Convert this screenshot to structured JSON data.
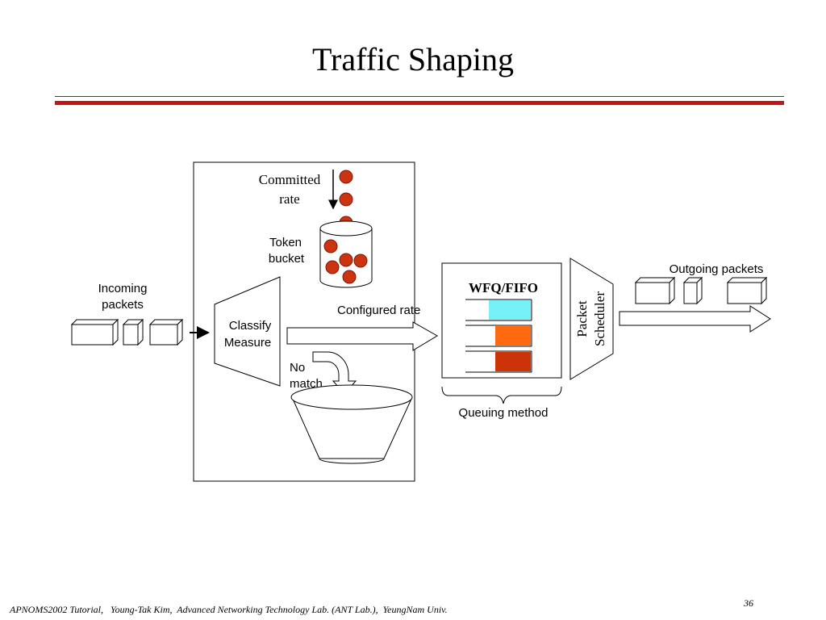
{
  "slide": {
    "title": "Traffic Shaping",
    "footer": "APNOMS2002 Tutorial,   Young-Tak Kim,  Advanced Networking Technology Lab. (ANT Lab.),  YeungNam Univ.",
    "page_number": "36"
  },
  "colors": {
    "rule_blue": "#1f3f9f",
    "rule_red": "#cc1111",
    "token": "#cc3311",
    "queue_cyan": "#77f0f8",
    "queue_orange": "#ff6a10",
    "queue_red": "#cc3308"
  },
  "diagram": {
    "incoming_packets": [
      "Incoming",
      "packets"
    ],
    "committed_rate": [
      "Committed",
      "rate"
    ],
    "token_bucket": [
      "Token",
      "bucket"
    ],
    "classify_measure": [
      "Classify",
      "Measure"
    ],
    "configured_rate": "Configured rate",
    "no_match": [
      "No",
      "match"
    ],
    "wfq_fifo": "WFQ/FIFO",
    "queuing_method": "Queuing method",
    "packet_scheduler": [
      "Packet",
      "Scheduler"
    ],
    "outgoing_packets": "Outgoing packets"
  }
}
